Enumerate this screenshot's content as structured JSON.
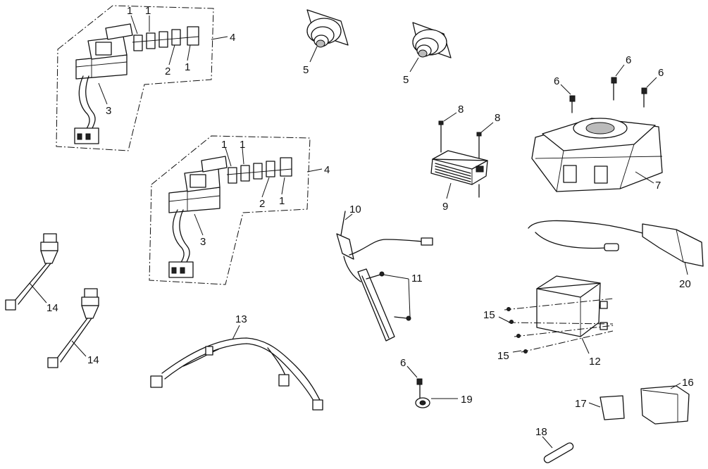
{
  "callouts": {
    "a1": "1",
    "a1b": "1",
    "a2": "2",
    "a1c": "1",
    "a3": "3",
    "a4": "4",
    "b1": "1",
    "b1b": "1",
    "b2": "2",
    "b1c": "1",
    "b3": "3",
    "b4": "4",
    "s5a": "5",
    "s5b": "5",
    "p6a": "6",
    "p6b": "6",
    "p6c": "6",
    "p6d": "6",
    "p7": "7",
    "p8a": "8",
    "p8b": "8",
    "p9": "9",
    "p10": "10",
    "p11": "11",
    "p12": "12",
    "p13": "13",
    "p14a": "14",
    "p14b": "14",
    "p15a": "15",
    "p15b": "15",
    "p16": "16",
    "p17": "17",
    "p18": "18",
    "p19": "19",
    "p20": "20"
  }
}
